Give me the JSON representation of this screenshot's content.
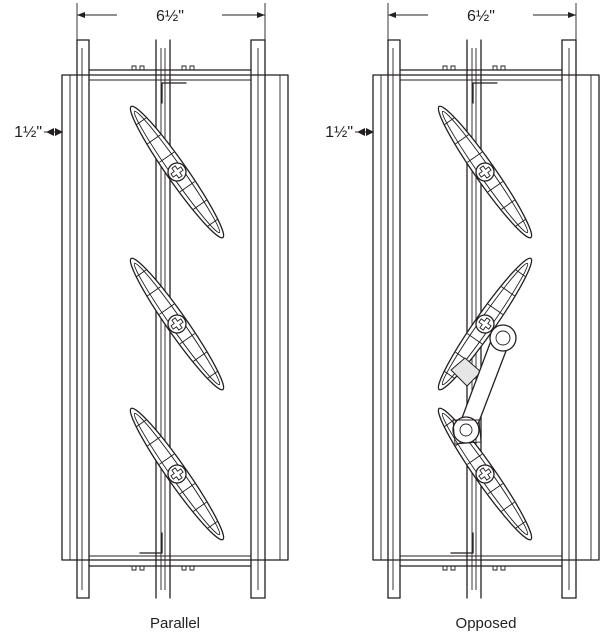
{
  "diagrams": [
    {
      "id": "parallel",
      "caption": "Parallel",
      "width_label": "6½\"",
      "flange_label": "1½\""
    },
    {
      "id": "opposed",
      "caption": "Opposed",
      "width_label": "6½\"",
      "flange_label": "1½\""
    }
  ],
  "colors": {
    "line": "#231f20",
    "background": "#ffffff",
    "shade": "#e6e6e6"
  }
}
